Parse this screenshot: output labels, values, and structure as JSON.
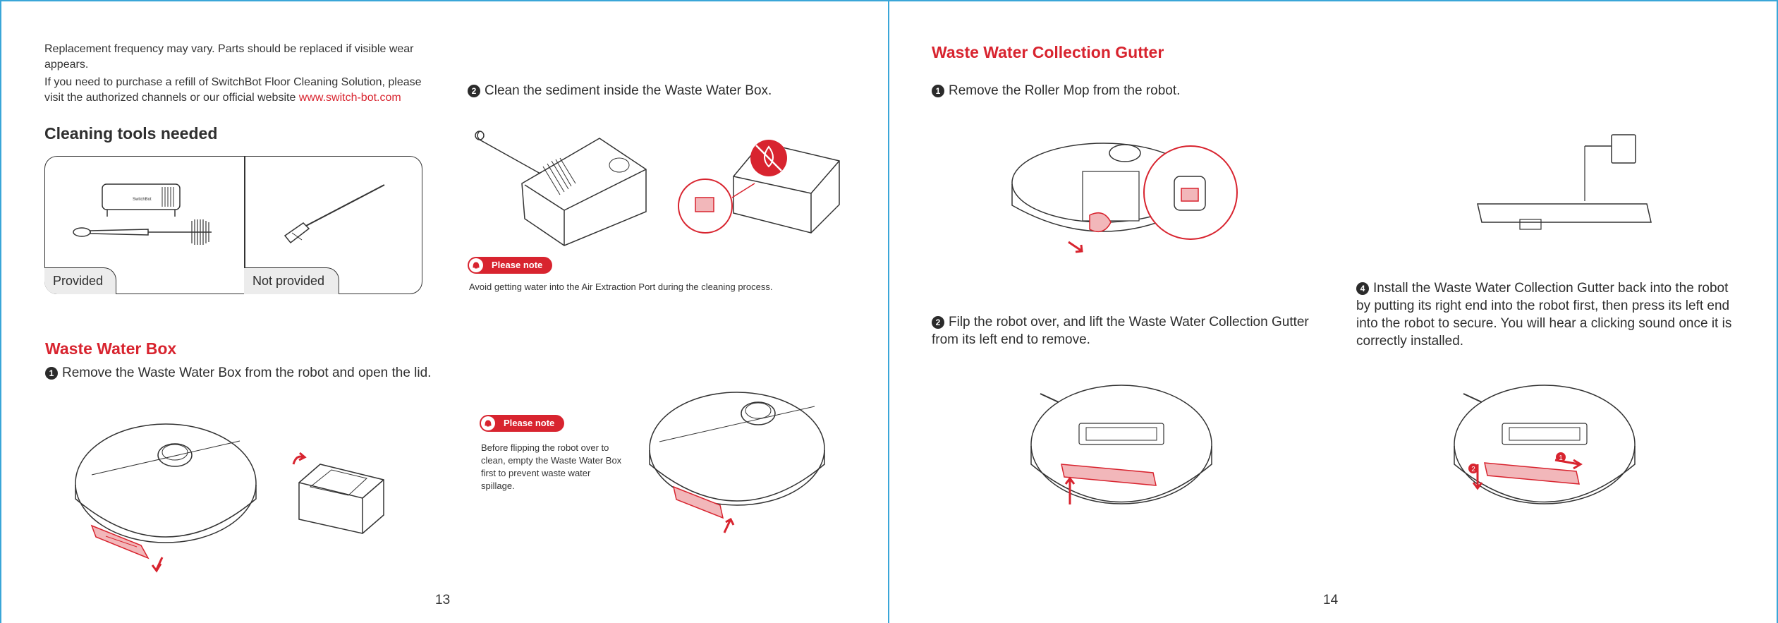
{
  "page_left": {
    "intro": {
      "line1": "Replacement frequency may vary. Parts should be replaced if visible wear appears.",
      "line2_prefix": "If you need to purchase a refill of SwitchBot Floor Cleaning Solution, please visit the authorized channels or our official website ",
      "line2_link": "www.switch-bot.com"
    },
    "tools": {
      "heading": "Cleaning tools needed",
      "provided_label": "Provided",
      "not_provided_label": "Not provided",
      "brush_brand": "SwitchBot"
    },
    "waste_water_box": {
      "heading": "Waste Water Box",
      "step1_num": "1",
      "step1": "Remove the Waste Water Box from the robot and open the lid.",
      "step2_num": "2",
      "step2": "Clean the sediment inside the Waste Water Box."
    },
    "notes": {
      "badge": "Please note",
      "note1": "Avoid getting water into the Air Extraction Port during the cleaning process.",
      "note2": "Before flipping the robot over to clean, empty the Waste Water Box first to prevent waste water spillage."
    },
    "page_number": "13"
  },
  "page_right": {
    "heading": "Waste Water Collection Gutter",
    "step1_num": "1",
    "step1": "Remove the Roller Mop from the robot.",
    "step2_num": "2",
    "step2": "Filp the robot over, and lift the Waste Water Collection Gutter from its left end to remove.",
    "step4_num": "4",
    "step4": "Install the Waste Water Collection Gutter back into the robot by putting its right end into the robot first, then press its left end into the robot to secure. You will hear a clicking sound once it is correctly installed.",
    "callout_1": "1",
    "callout_2": "2",
    "page_number": "14"
  },
  "colors": {
    "accent": "#d8242f",
    "ink": "#2b2b2b",
    "frame": "#3aa6d8"
  }
}
